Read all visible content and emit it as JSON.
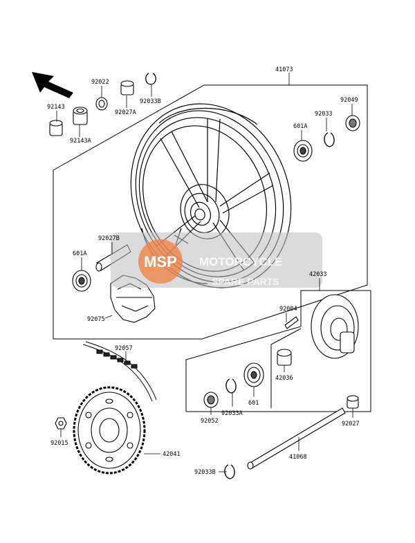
{
  "labels": {
    "p92143": "92143",
    "p92143A": "92143A",
    "p92022": "92022",
    "p92027A": "92027A",
    "p92033B_top": "92033B",
    "p41073": "41073",
    "p92049": "92049",
    "p92033": "92033",
    "p601A_right": "601A",
    "p92027B": "92027B",
    "p601A_left": "601A",
    "p92075": "92075",
    "p42033": "42033",
    "p92004": "92004",
    "p42036": "42036",
    "p92057": "92057",
    "p601": "601",
    "p92033A": "92033A",
    "p92052": "92052",
    "p92015": "92015",
    "p42041": "42041",
    "p92027": "92027",
    "p41068": "41068",
    "p92033B_bottom": "92033B"
  },
  "watermark": {
    "logo_text": "MSP",
    "title": "MOTORCYCLE",
    "subtitle": "SPARE PARTS"
  },
  "icons": [
    "front-direction-arrow-icon",
    "msp-logo-icon"
  ],
  "colors": {
    "line": "#000000",
    "watermark_bg": "#bdbdbd",
    "logo_orange": "#f07f3c"
  }
}
